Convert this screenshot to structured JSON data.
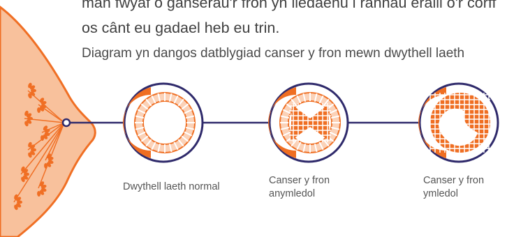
{
  "paragraph": "man fwyaf o ganserau'r fron yn lledaenu i rannau eraill o'r corff os cânt eu gadael heb eu trin.",
  "caption": "Diagram yn dangos datblygiad canser y fron mewn dwythell laeth",
  "stages": [
    {
      "label": "Dwythell laeth normal"
    },
    {
      "label": "Canser y fron anymledol"
    },
    {
      "label": "Canser y fron ymledol"
    }
  ],
  "colors": {
    "breast_fill": "#f8c19c",
    "breast_outline": "#f06f24",
    "orange": "#ef6e22",
    "light_orange": "#f6b48c",
    "navy": "#2f2a6b"
  }
}
